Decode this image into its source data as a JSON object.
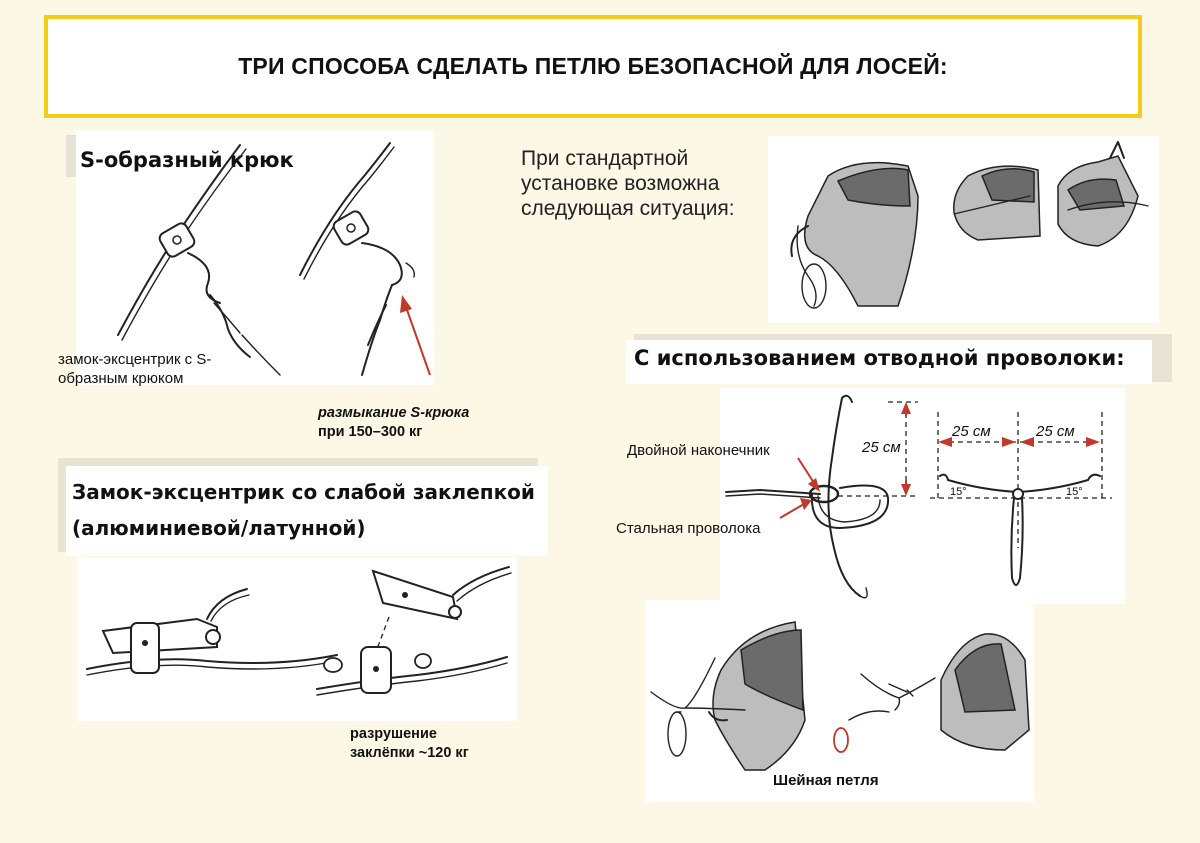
{
  "title": "ТРИ СПОСОБА СДЕЛАТЬ ПЕТЛЮ БЕЗОПАСНОЙ ДЛЯ ЛОСЕЙ:",
  "s_hook": {
    "heading": "S-образный крюк",
    "label_lock": "замок-эксцентрик с S-образным крюком",
    "label_open_italic": "размыкание S-крюка",
    "label_open_force": "при 150–300 кг"
  },
  "rivet": {
    "heading": "Замок-эксцентрик со слабой заклепкой (алюминиевой/латунной)",
    "label_break_1": "разрушение",
    "label_break_2": "заклёпки ~120 кг"
  },
  "standard": {
    "text": "При стандартной установке возможна следующая ситуация:"
  },
  "wire": {
    "heading": "С использованием отводной проволоки:",
    "label_double_tip": "Двойной наконечник",
    "label_steel_wire": "Стальная проволока",
    "dim_vertical": "25 см",
    "dim_left": "25 см",
    "dim_right": "25 см",
    "angle_left": "15°",
    "angle_right": "15°",
    "label_neck_loop": "Шейная петля"
  },
  "colors": {
    "title_border": "#f2cd1c",
    "background": "#fdf7e6",
    "arrow": "#c0392b"
  }
}
